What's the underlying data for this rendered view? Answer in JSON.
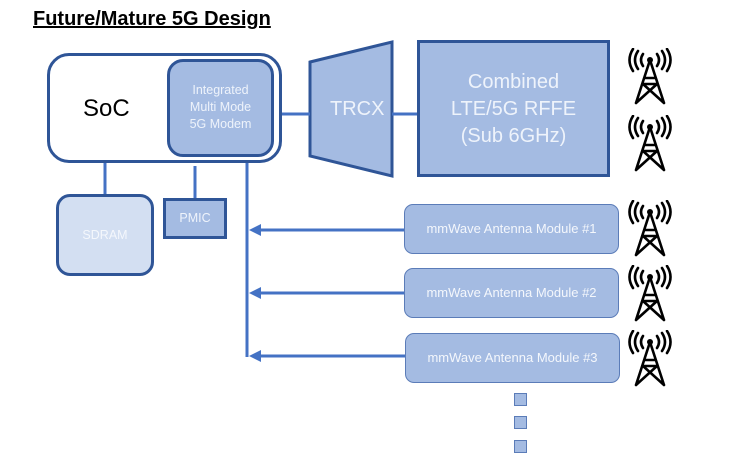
{
  "title": "Future/Mature 5G Design",
  "blocks": {
    "soc": "SoC",
    "modem": [
      "Integrated",
      "Multi Mode",
      "5G Modem"
    ],
    "trcx": "TRCX",
    "rffe": [
      "Combined",
      "LTE/5G RFFE",
      "(Sub 6GHz)"
    ],
    "sdram": "SDRAM",
    "pmic": "PMIC"
  },
  "mmwave_modules": [
    {
      "label": "mmWave Antenna Module #1"
    },
    {
      "label": "mmWave Antenna Module #2"
    },
    {
      "label": "mmWave Antenna Module #3"
    }
  ],
  "continuation_dots": 3,
  "icons": {
    "antenna": "antenna-tower-icon"
  },
  "colors": {
    "border": "#2f5597",
    "fill": "#a4bbe2",
    "fill_light": "#d3dff2",
    "connector": "#4472c4",
    "text_light": "#eef3fb"
  }
}
